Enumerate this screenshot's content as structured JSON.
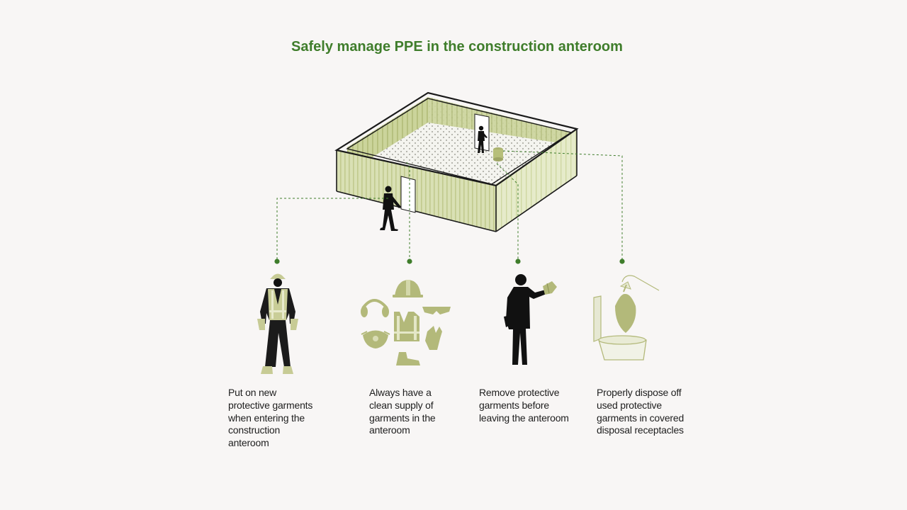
{
  "title": "Safely manage PPE in the construction anteroom",
  "colors": {
    "accent_green": "#3f7d2b",
    "wall_green": "#d4dcaa",
    "icon_green": "#b3b97a",
    "silhouette": "#111111",
    "background": "#f8f6f5"
  },
  "steps": [
    {
      "icon": "worker-in-ppe-icon",
      "caption": "Put on new\nprotective garments\nwhen entering the\nconstruction\nanteroom"
    },
    {
      "icon": "ppe-supply-icon",
      "caption": "Always have a\nclean supply of\ngarments in the\nanteroom"
    },
    {
      "icon": "person-removing-garment-icon",
      "caption": "Remove protective\ngarments before\nleaving the anteroom"
    },
    {
      "icon": "disposal-receptacle-icon",
      "caption": "Properly dispose off\nused protective\ngarments in covered\ndisposal receptacles"
    }
  ]
}
